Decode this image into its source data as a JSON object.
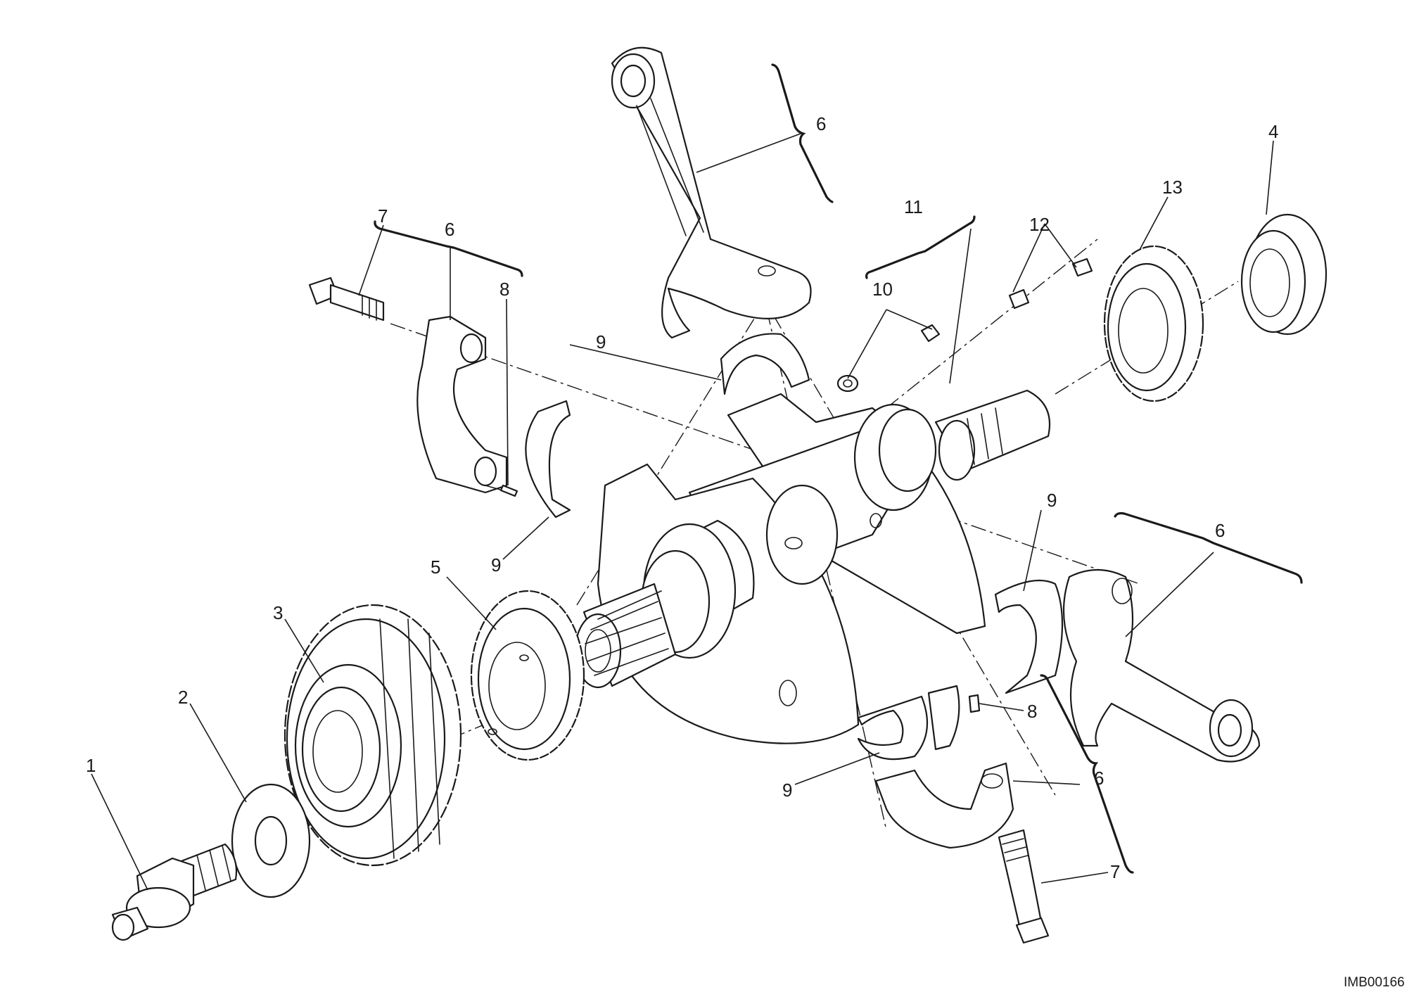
{
  "figure": {
    "reference_code": "IMB00166"
  },
  "callouts": [
    {
      "id": "1",
      "label": "1"
    },
    {
      "id": "2",
      "label": "2"
    },
    {
      "id": "3",
      "label": "3"
    },
    {
      "id": "4",
      "label": "4"
    },
    {
      "id": "5",
      "label": "5"
    },
    {
      "id": "6a",
      "label": "6"
    },
    {
      "id": "6b",
      "label": "6"
    },
    {
      "id": "6c",
      "label": "6"
    },
    {
      "id": "6d",
      "label": "6"
    },
    {
      "id": "7a",
      "label": "7"
    },
    {
      "id": "7b",
      "label": "7"
    },
    {
      "id": "8a",
      "label": "8"
    },
    {
      "id": "8b",
      "label": "8"
    },
    {
      "id": "9a",
      "label": "9"
    },
    {
      "id": "9b",
      "label": "9"
    },
    {
      "id": "9c",
      "label": "9"
    },
    {
      "id": "9d",
      "label": "9"
    },
    {
      "id": "10",
      "label": "10"
    },
    {
      "id": "11",
      "label": "11"
    },
    {
      "id": "12",
      "label": "12"
    },
    {
      "id": "13",
      "label": "13"
    }
  ]
}
